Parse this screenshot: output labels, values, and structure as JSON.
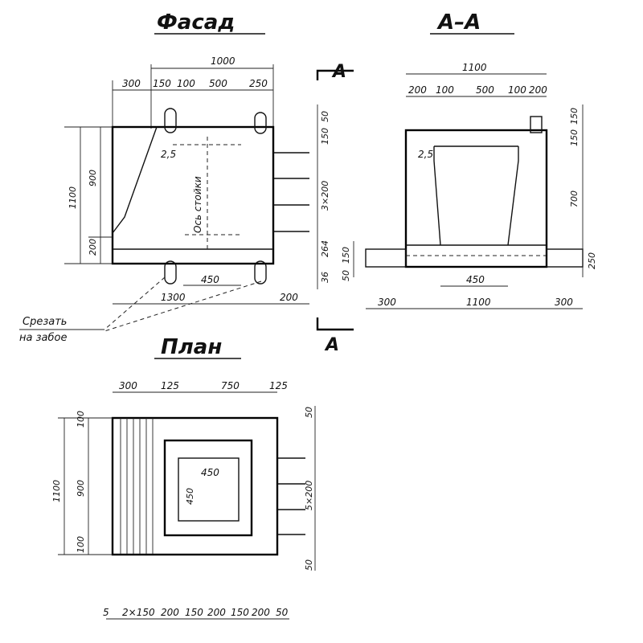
{
  "facade": {
    "title": "Фасад",
    "section_mark": "А",
    "top_total": "1000",
    "top_dims": [
      "300",
      "150",
      "100",
      "500",
      "250"
    ],
    "left_total": "1100",
    "left_dims": [
      "900",
      "200"
    ],
    "right_dims": [
      "50",
      "150",
      "3×200",
      "264",
      "36"
    ],
    "slope": "2,5",
    "axis_label": "Ось стойки",
    "bottom_inner": "450",
    "bottom_total": "1300",
    "bottom_right": "200",
    "note_line1": "Срезать",
    "note_line2": "на забое"
  },
  "section": {
    "title": "А–А",
    "top_total": "1100",
    "top_dims": [
      "200",
      "100",
      "500",
      "100",
      "200"
    ],
    "right_dims": [
      "150",
      "150",
      "700",
      "250"
    ],
    "left_dims": [
      "150",
      "50"
    ],
    "slope": "2,5",
    "bottom_inner": "450",
    "bottom_dims": [
      "300",
      "1100",
      "300"
    ]
  },
  "plan": {
    "title": "План",
    "top_dims": [
      "300",
      "125",
      "750",
      "125"
    ],
    "left_total": "1100",
    "left_dims": [
      "100",
      "900",
      "100"
    ],
    "right_dims": [
      "50",
      "5×200",
      "50"
    ],
    "inner_w": "450",
    "inner_h": "450",
    "bottom_dims": [
      "5",
      "2×150",
      "200",
      "150",
      "200",
      "150",
      "200",
      "50"
    ]
  }
}
